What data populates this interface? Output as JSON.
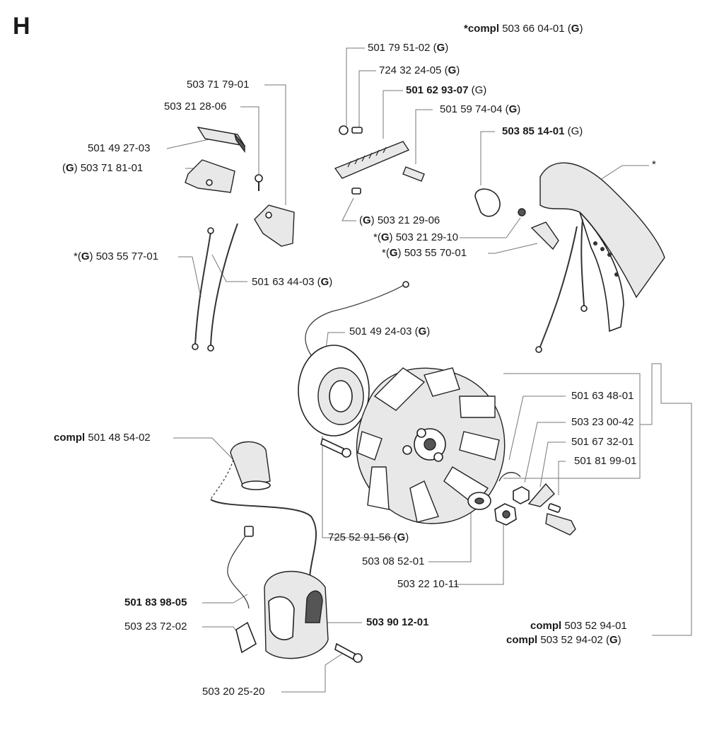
{
  "section_letter": "H",
  "labels": {
    "compl_50366": {
      "prefix": "*compl",
      "num": "503 66 04-01",
      "g": "G"
    },
    "p5017951": {
      "num": "501 79 51-02",
      "g": "G"
    },
    "p7243224": {
      "num": "724 32 24-05",
      "g": "G"
    },
    "p5016293": {
      "num": "501 62 93-07",
      "g": "G"
    },
    "p5015974": {
      "num": "501 59 74-04",
      "g": "G"
    },
    "p5038514": {
      "num": "503 85 14-01",
      "g": "G"
    },
    "star": "*",
    "p5037179": {
      "num": "503 71 79-01"
    },
    "p5032128": {
      "num": "503 21 28-06"
    },
    "p5014927": {
      "num": "501 49 27-03"
    },
    "p5037181": {
      "g": "G",
      "num": "503 71 81-01"
    },
    "p5032129_06": {
      "g": "G",
      "num": "503 21 29-06"
    },
    "p5032129_10": {
      "prefix": "*(",
      "g": "G",
      "num": "503 21 29-10"
    },
    "p5035570": {
      "prefix": "*(",
      "g": "G",
      "num": "503 55 70-01"
    },
    "p5035577": {
      "prefix": "*(",
      "g": "G",
      "num": "503 55 77-01"
    },
    "p5016344": {
      "num": "501 63 44-03",
      "g": "G"
    },
    "p5014924": {
      "num": "501 49 24-03",
      "g": "G"
    },
    "p5016348": {
      "num": "501 63 48-01"
    },
    "p5032300": {
      "num": "503 23 00-42"
    },
    "p5016732": {
      "num": "501 67 32-01"
    },
    "p5018199": {
      "num": "501 81 99-01"
    },
    "compl_50148": {
      "prefix": "compl",
      "num": "501 48 54-02"
    },
    "p7255291": {
      "num": "725 52 91-56",
      "g": "G"
    },
    "p5030852": {
      "num": "503 08 52-01"
    },
    "p5032210": {
      "num": "503 22 10-11"
    },
    "p5018398": {
      "num": "501 83 98-05"
    },
    "p5032372": {
      "num": "503 23 72-02"
    },
    "p5039012": {
      "num": "503 90 12-01"
    },
    "compl_50352a": {
      "prefix": "compl",
      "num": "503 52 94-01"
    },
    "compl_50352b": {
      "prefix": "compl",
      "num": "503 52 94-02",
      "g": "G"
    },
    "p5032025": {
      "num": "503 20 25-20"
    }
  },
  "icons": [
    "ignition-module",
    "flywheel",
    "stator-coil",
    "spark-plug-cap",
    "heat-shield",
    "screw",
    "nut",
    "washer",
    "pawl"
  ]
}
